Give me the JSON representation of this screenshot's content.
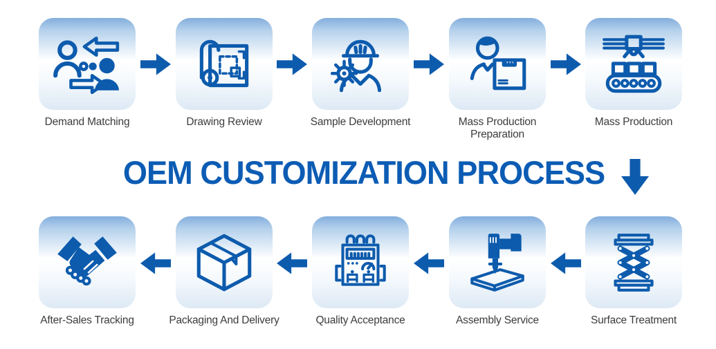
{
  "title": "OEM CUSTOMIZATION PROCESS",
  "colors": {
    "primary_blue": "#0d5bad",
    "title_blue": "#0c5cb4",
    "box_gradient_top": "#84aedd",
    "box_gradient_middle": "#ffffff",
    "box_gradient_bottom": "#dde9f5",
    "label_text": "#3c3c3c"
  },
  "top_row": {
    "direction": "left-to-right",
    "steps": [
      {
        "label": "Demand Matching",
        "icon": "demand-matching-icon"
      },
      {
        "label": "Drawing Review",
        "icon": "drawing-review-icon"
      },
      {
        "label": "Sample Development",
        "icon": "sample-development-icon"
      },
      {
        "label": "Mass Production Preparation",
        "icon": "mass-production-preparation-icon"
      },
      {
        "label": "Mass Production",
        "icon": "mass-production-icon"
      }
    ]
  },
  "bottom_row": {
    "direction": "right-to-left",
    "steps": [
      {
        "label": "After-Sales Tracking",
        "icon": "after-sales-tracking-icon"
      },
      {
        "label": "Packaging And Delivery",
        "icon": "packaging-and-delivery-icon"
      },
      {
        "label": "Quality Acceptance",
        "icon": "quality-acceptance-icon"
      },
      {
        "label": "Assembly Service",
        "icon": "assembly-service-icon"
      },
      {
        "label": "Surface Treatment",
        "icon": "surface-treatment-icon"
      }
    ]
  }
}
